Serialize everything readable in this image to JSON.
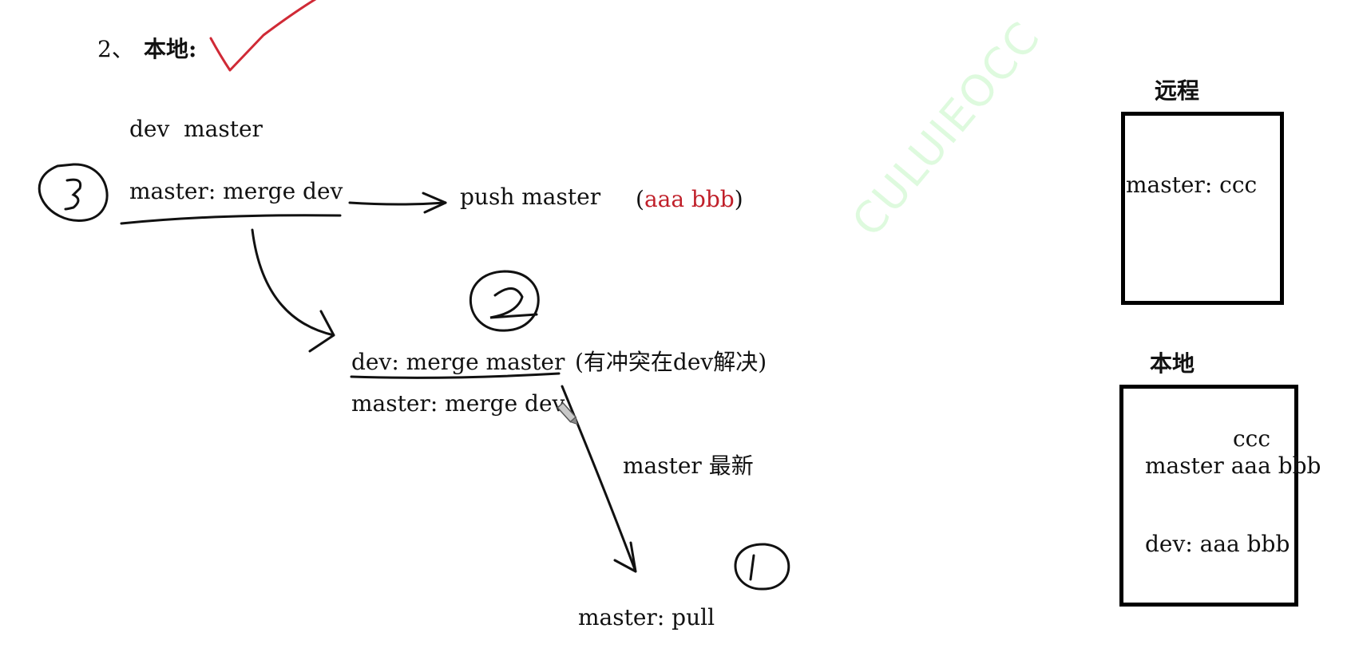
{
  "heading": {
    "number": "2、",
    "text": "本地:"
  },
  "branches_label": "dev  master",
  "step3": {
    "command": "master: merge dev",
    "circle_number": "3"
  },
  "push": {
    "label": "push master",
    "open_paren": "(",
    "commits": "aaa bbb",
    "close_paren": ")"
  },
  "step2": {
    "command": "dev: merge master",
    "note": "(有冲突在dev解决)",
    "command2": "master: merge dev",
    "circle_number": "2"
  },
  "master_latest": "master 最新",
  "step1": {
    "command": "master: pull",
    "circle_number": "1"
  },
  "remote": {
    "title": "远程",
    "content": "master: ccc"
  },
  "local": {
    "title": "本地",
    "line1": "ccc",
    "line2": "master aaa bbb",
    "line3": "dev: aaa bbb"
  },
  "watermark": "CULUIEOCC",
  "colors": {
    "ink": "#111111",
    "highlight": "#c0202a",
    "watermark": "#b8f5b8"
  }
}
